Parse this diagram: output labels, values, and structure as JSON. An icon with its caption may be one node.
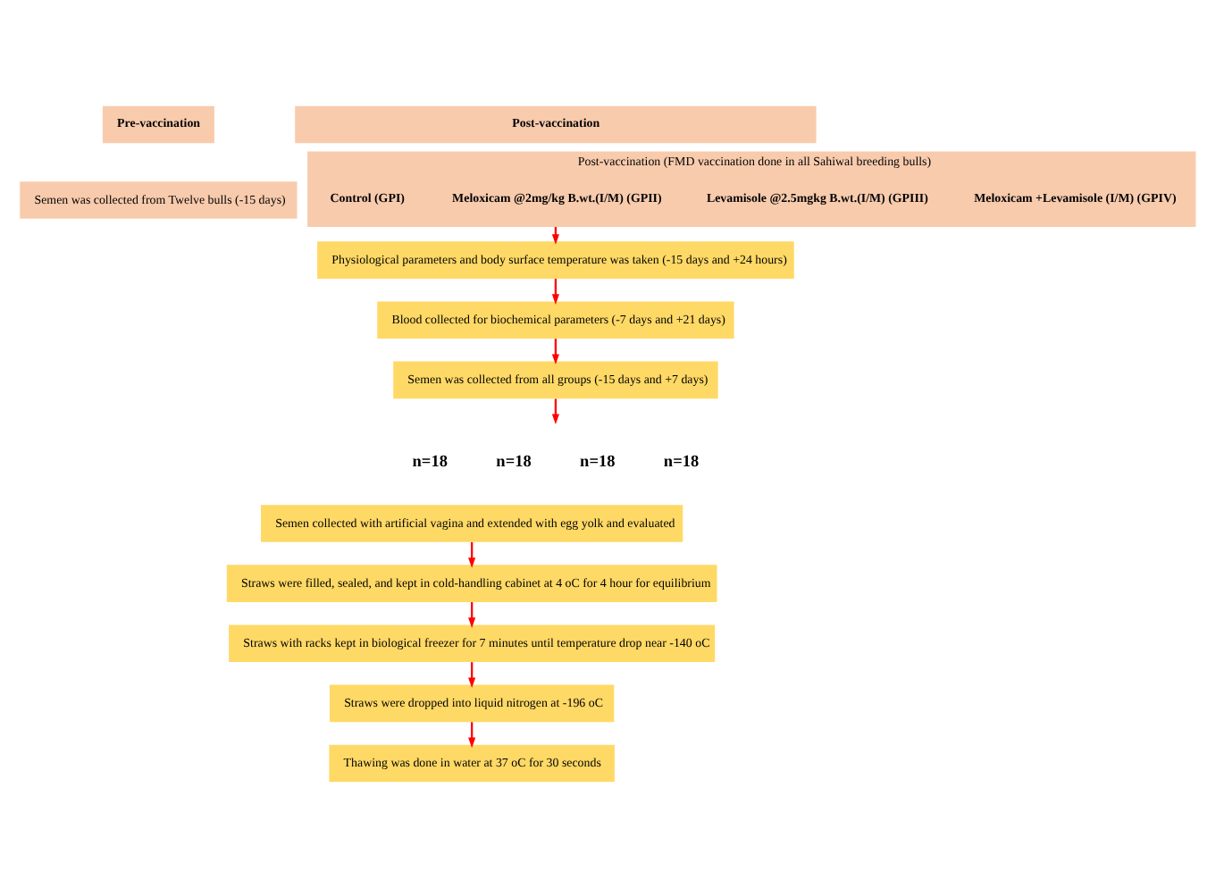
{
  "diagram": {
    "nodes": [
      {
        "text": [
          "Pre-vaccination"
        ]
      },
      {
        "text": [
          "Post-vaccination"
        ]
      },
      {
        "text": [
          "Semen was collected from Twelve bulls (-15 days)"
        ]
      },
      {
        "text": [
          "Post-vaccination (FMD vaccination done in all Sahiwal breeding bulls)"
        ]
      },
      {
        "text": [
          "Control (GPI)"
        ],
        "in": 3
      },
      {
        "text": [
          "Meloxicam @2mg/kg B.wt.(I/M) (GPII)"
        ],
        "in": 3
      },
      {
        "text": [
          "Levamisole @2.5mgkg B.wt.(I/M) (GPIII)"
        ],
        "in": 3
      },
      {
        "text": [
          "Meloxicam +Levamisole (I/M) (GPIV)"
        ],
        "in": 3
      },
      {
        "text": [
          "Physiological parameters and body surface temperature was taken (-15 days and +24 hours)"
        ]
      },
      {
        "text": [
          "Blood collected for biochemical parameters (-7 days and +21 days)"
        ]
      },
      {
        "text": [
          "Semen was collected from all groups (-15 days and +7 days)"
        ]
      },
      {
        "text": [
          "Semen collected with artificial vagina and extended with egg yolk and evaluated"
        ]
      },
      {
        "text": [
          "Straws were filled, sealed, and kept in cold-handling cabinet at 4 oC for 4 hour for equilibrium"
        ]
      },
      {
        "text": [
          "Straws with racks kept in biological freezer for 7 minutes until temperature drop near -140 oC"
        ]
      },
      {
        "text": [
          "Straws were dropped into liquid nitrogen at -196 oC"
        ]
      },
      {
        "text": [
          "Thawing was done in water at 37 oC for 30 seconds"
        ]
      }
    ],
    "edges": [
      {
        "from": 3,
        "to": 8,
        "arrow": "to"
      },
      {
        "from": 8,
        "to": 9,
        "arrow": "to"
      },
      {
        "from": 9,
        "to": 10,
        "arrow": "to"
      },
      {
        "from": 10,
        "to": null,
        "arrow": "to"
      },
      {
        "from": 11,
        "to": 12,
        "arrow": "to"
      },
      {
        "from": 12,
        "to": 13,
        "arrow": "to"
      },
      {
        "from": 13,
        "to": 14,
        "arrow": "to"
      },
      {
        "from": 14,
        "to": 15,
        "arrow": "to"
      }
    ],
    "labels": [
      "n=18",
      "n=18",
      "n=18",
      "n=18"
    ]
  }
}
